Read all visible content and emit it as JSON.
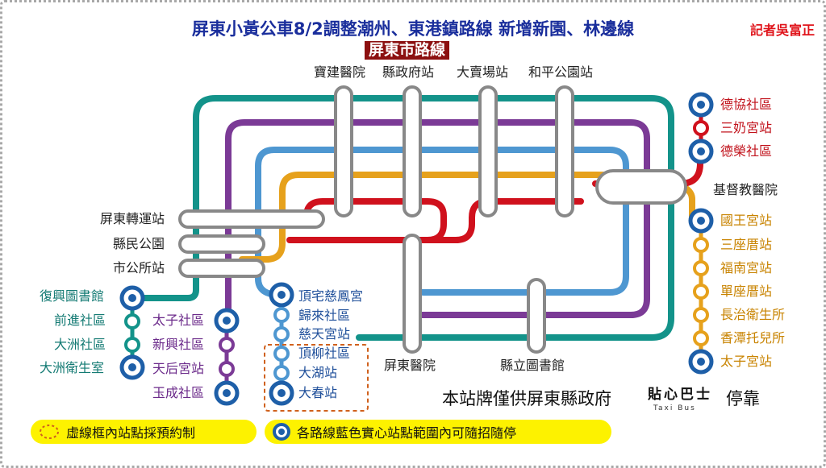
{
  "headline": "屏東小黃公車8/2調整潮州、東港鎮路線  新增新園、林邊線",
  "reporter": "記者吳富正",
  "section": "屏東市路線",
  "colors": {
    "teal": "#13938a",
    "purple": "#7b3a96",
    "blue": "#4e97d1",
    "orange": "#e6a11c",
    "red": "#d0111d",
    "stop_fill": "#1e5fa8",
    "yellow": "#fdf200"
  },
  "top_stations": [
    "寶建醫院",
    "縣政府站",
    "大賣場站",
    "和平公園站"
  ],
  "left_stations": [
    "屏東轉運站",
    "縣民公園",
    "市公所站"
  ],
  "bottom_stations": [
    "屏東醫院",
    "縣立圖書館"
  ],
  "hub_right": "基督教醫院",
  "teal_branch": [
    "復興圖書館",
    "前進社區",
    "大洲社區",
    "大洲衛生室"
  ],
  "purple_branch": [
    "太子社區",
    "新興社區",
    "天后宮站",
    "玉成社區"
  ],
  "blue_branch": [
    "頂宅慈鳳宮",
    "歸來社區",
    "慈天宮站",
    "頂柳社區",
    "大湖站",
    "大春站"
  ],
  "red_branch": [
    "德協社區",
    "三奶宮站",
    "德榮社區"
  ],
  "orange_branch": [
    "國王宮站",
    "三座厝站",
    "福南宮站",
    "單座厝站",
    "長治衛生所",
    "香潭托兒所",
    "太子宮站"
  ],
  "notice": "本站牌僅供屏東縣政府",
  "brand": "貼心巴士",
  "brand_sub": "Taxi Bus",
  "stop_word": "停靠",
  "legend": {
    "reservation": "虛線框內站點採預約制",
    "hail": "各路線藍色實心站點範圍內可隨招隨停"
  }
}
